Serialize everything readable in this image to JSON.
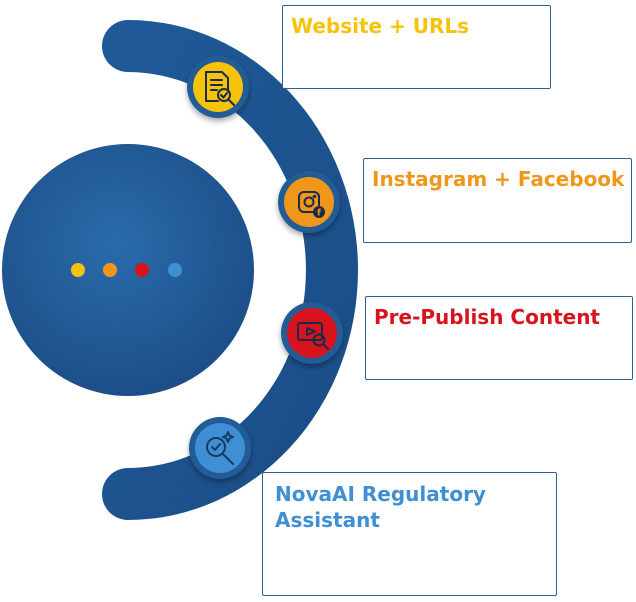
{
  "center_dots": [
    {
      "color": "#f6c20c"
    },
    {
      "color": "#f0961b"
    },
    {
      "color": "#d7141e"
    },
    {
      "color": "#3f8fd4"
    }
  ],
  "items": [
    {
      "title": "Website + URLs",
      "color": "#f6c20c",
      "icon": "document-search-icon"
    },
    {
      "title": "Instagram + Facebook",
      "color": "#f0961b",
      "icon": "instagram-facebook-icon"
    },
    {
      "title": "Pre-Publish Content",
      "color": "#d7141e",
      "icon": "video-search-icon"
    },
    {
      "title": "NovaAI Regulatory Assistant",
      "color": "#3f8fd4",
      "icon": "ai-search-icon"
    }
  ],
  "colors": {
    "arc": "#1f5591",
    "disc": "#1f5591",
    "card_border": "#2f5f94"
  }
}
